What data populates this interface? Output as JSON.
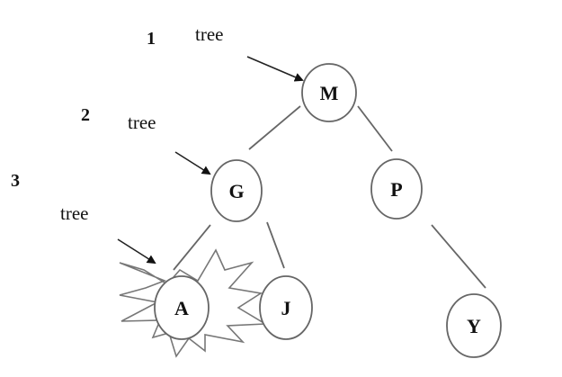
{
  "levels": [
    {
      "number": "1",
      "label": "tree"
    },
    {
      "number": "2",
      "label": "tree"
    },
    {
      "number": "3",
      "label": "tree"
    }
  ],
  "nodes": {
    "M": "M",
    "G": "G",
    "P": "P",
    "A": "A",
    "J": "J",
    "Y": "Y"
  },
  "colors": {
    "stroke": "#555555",
    "text": "#111111"
  }
}
